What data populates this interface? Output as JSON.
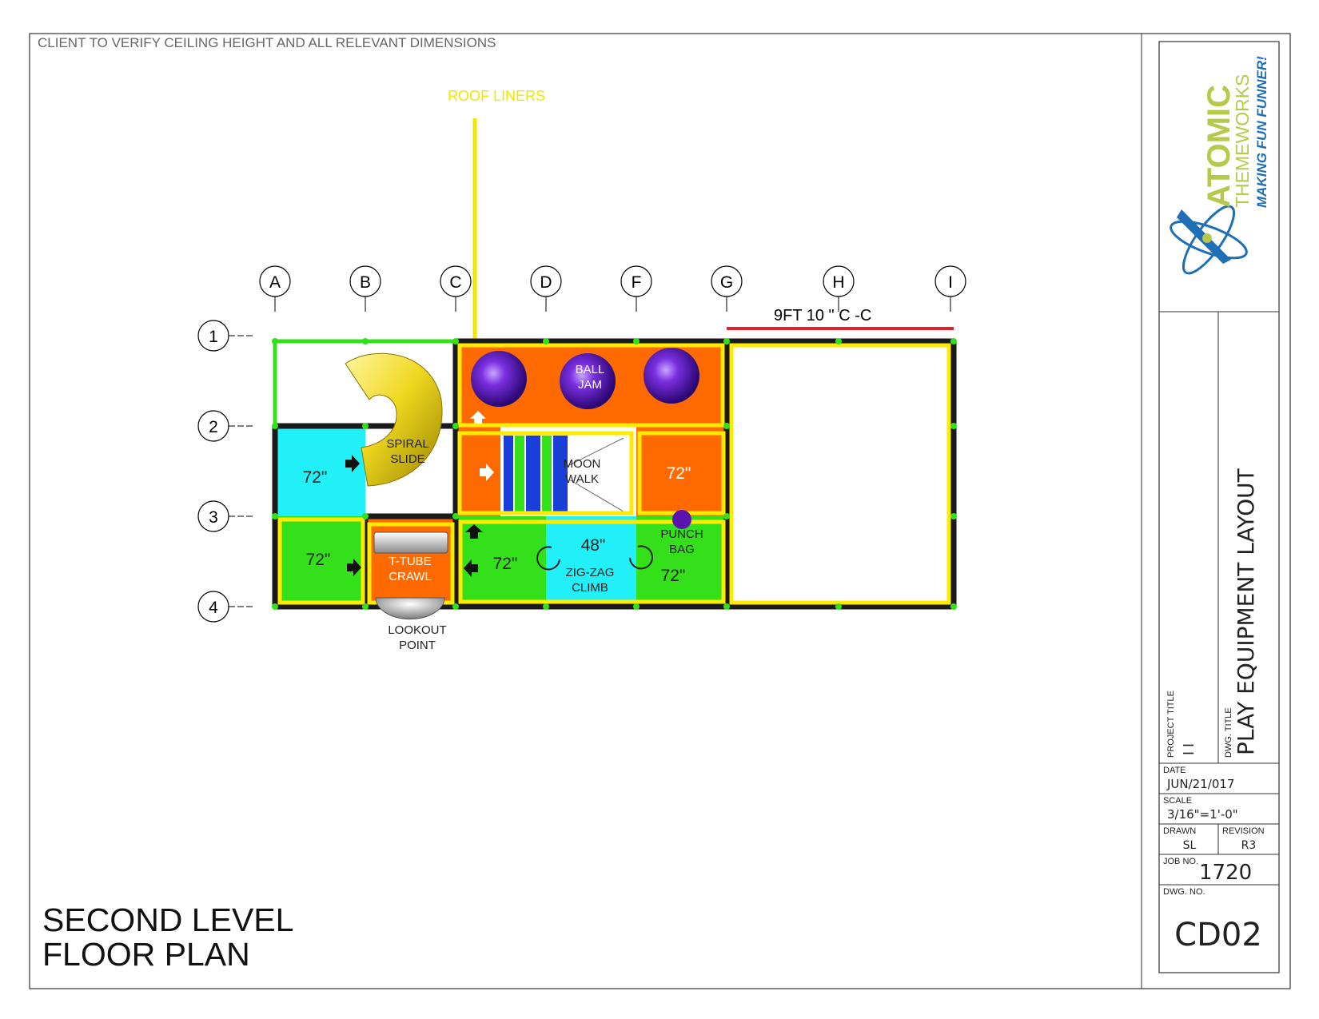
{
  "note": "CLIENT TO VERIFY CEILING HEIGHT AND ALL RELEVANT DIMENSIONS",
  "callout": {
    "label": "ROOF LINERS",
    "color": "#f2e600"
  },
  "dimension": {
    "label": "9FT 10 \" C -C",
    "color": "#e0202a"
  },
  "grid": {
    "columns": [
      "A",
      "B",
      "C",
      "D",
      "F",
      "G",
      "H",
      "I"
    ],
    "rows": [
      "1",
      "2",
      "3",
      "4"
    ]
  },
  "components": {
    "ball_jam": "BALL JAM",
    "spiral_slide": "SPIRAL SLIDE",
    "moon_walk": "MOON WALK",
    "t_tube_crawl": "T-TUBE CRAWL",
    "zig_zag_climb": "ZIG-ZAG CLIMB",
    "punch_bag": "PUNCH BAG",
    "lookout_point": "LOOKOUT POINT"
  },
  "heights": {
    "cyan_upper": "72\"",
    "green_left": "72\"",
    "orange_right": "72\"",
    "green_mid": "72\"",
    "cyan_mid": "48\"",
    "green_right": "72\""
  },
  "sheet_title": "SECOND LEVEL FLOOR PLAN",
  "title_block": {
    "logo": {
      "line1": "ATOMIC",
      "line2": "THEMEWORKS",
      "line3": "MAKING FUN FUNNER!"
    },
    "project_title_label": "PROJECT TITLE",
    "project_title_value": "I  I",
    "dwg_title_label": "DWG. TITLE",
    "dwg_title_value": "PLAY EQUIPMENT LAYOUT",
    "date_label": "DATE",
    "date_value": "JUN/21/017",
    "scale_label": "SCALE",
    "scale_value": "3/16\"=1'-0\"",
    "drawn_label": "DRAWN",
    "drawn_value": "SL",
    "revision_label": "REVISION",
    "revision_value": "R3",
    "job_no_label": "JOB NO.",
    "job_no_value": "1720",
    "dwg_no_label": "DWG. NO.",
    "dwg_no_value": "CD02"
  },
  "colors": {
    "frame_black": "#1a1a1a",
    "green": "#33e01a",
    "yellow": "#ffea00",
    "orange": "#ff6a00",
    "cyan": "#22f0f8",
    "purple": "#5a12b0",
    "blue": "#1a3fd8",
    "slide_yellow": "#f0d820",
    "logo_green": "#b6c94a",
    "logo_blue": "#1e6fb5"
  }
}
